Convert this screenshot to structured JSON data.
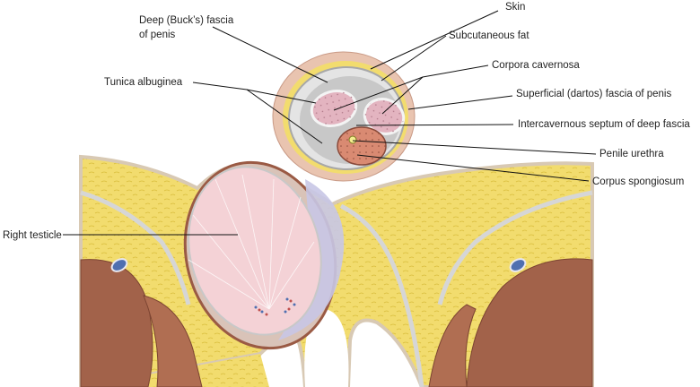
{
  "labels": {
    "skin": "Skin",
    "deep_fascia_1": "Deep (Buck’s) fascia",
    "deep_fascia_2": "of penis",
    "subcutaneous_fat": "Subcutaneous fat",
    "corpora_cavernosa": "Corpora cavernosa",
    "tunica_albuginea": "Tunica albuginea",
    "superficial_fascia": "Superficial (dartos) fascia of penis",
    "intercavernous_septum": "Intercavernous septum of deep fascia",
    "penile_urethra": "Penile urethra",
    "corpus_spongiosum": "Corpus spongiosum",
    "right_testicle": "Right testicle"
  },
  "colors": {
    "skin": "#e9c4b0",
    "fat": "#f3e07a",
    "fascia": "#c8c8c8",
    "cavernosa": "#e3b4c0",
    "spongiosum": "#d98a72",
    "testis": "#f4d2d6",
    "muscle": "#a2624a",
    "vessel": "#4f6fb0"
  }
}
